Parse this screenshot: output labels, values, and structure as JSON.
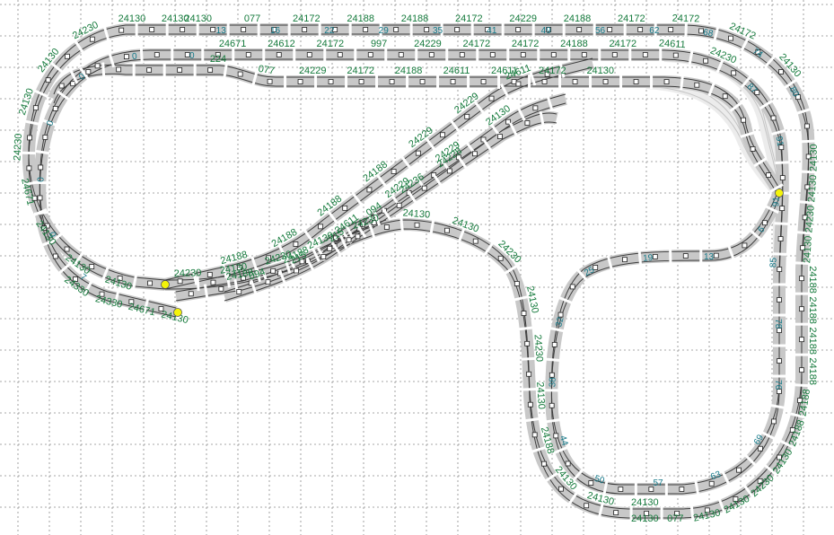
{
  "diagram": {
    "background": "#ffffff",
    "grid_color": "#8a8a8a",
    "track_color": "#c8c8c8",
    "label_color": "#157a3c",
    "index_color": "#157a8a",
    "marker_color": "#f4f40a",
    "top_row_labels": [
      "24130",
      "077",
      "24172",
      "24188",
      "24188",
      "24172",
      "24229",
      "24188",
      "24172",
      "24172",
      "24172",
      "24130"
    ],
    "top_row_indices": [
      "13",
      "16",
      "22",
      "29",
      "35",
      "41",
      "49",
      "56",
      "62",
      "68",
      "74",
      "80"
    ],
    "second_row_labels": [
      "24671",
      "24612",
      "24172",
      "997",
      "24229",
      "24172",
      "24172",
      "24188",
      "24172",
      "24611",
      "24230"
    ],
    "third_row_labels": [
      "224",
      "077",
      "24229",
      "24172",
      "24188",
      "24611",
      "24611",
      "24172",
      "24130"
    ],
    "left_loop_labels": [
      "24130",
      "24130",
      "24130",
      "24671",
      "24230",
      "24130",
      "24130",
      "24230",
      "24130",
      "24130"
    ],
    "left_loop_indices": [
      "7",
      "0",
      "0",
      "0",
      "0",
      "0",
      "0"
    ],
    "diagonal_labels": [
      "24188",
      "24188",
      "24188",
      "24188",
      "24229",
      "24229",
      "24611",
      "24188",
      "24188",
      "24611",
      "24229",
      "24229",
      "24130",
      "094",
      "215",
      "215",
      "094",
      "24236",
      "24228"
    ],
    "lower_left_labels": [
      "24130",
      "24671",
      "24330",
      "24330"
    ],
    "right_loop_labels": [
      "24130",
      "24130",
      "24230",
      "24130",
      "24188",
      "24188",
      "24188",
      "24188",
      "24188",
      "24188",
      "24130",
      "24230",
      "24130",
      "24130",
      "077",
      "24130"
    ],
    "right_loop_indices": [
      "87",
      "91",
      "91",
      "85",
      "78",
      "76",
      "69",
      "63",
      "57",
      "50",
      "44",
      "38",
      "32",
      "25",
      "19",
      "13",
      "6"
    ],
    "bottom_loop_labels": [
      "24130",
      "24130",
      "24130",
      "24188",
      "24130",
      "24230",
      "24130",
      "24230",
      "24130",
      "24130",
      "24230",
      "24130",
      "24230",
      "24130",
      "24230"
    ]
  }
}
